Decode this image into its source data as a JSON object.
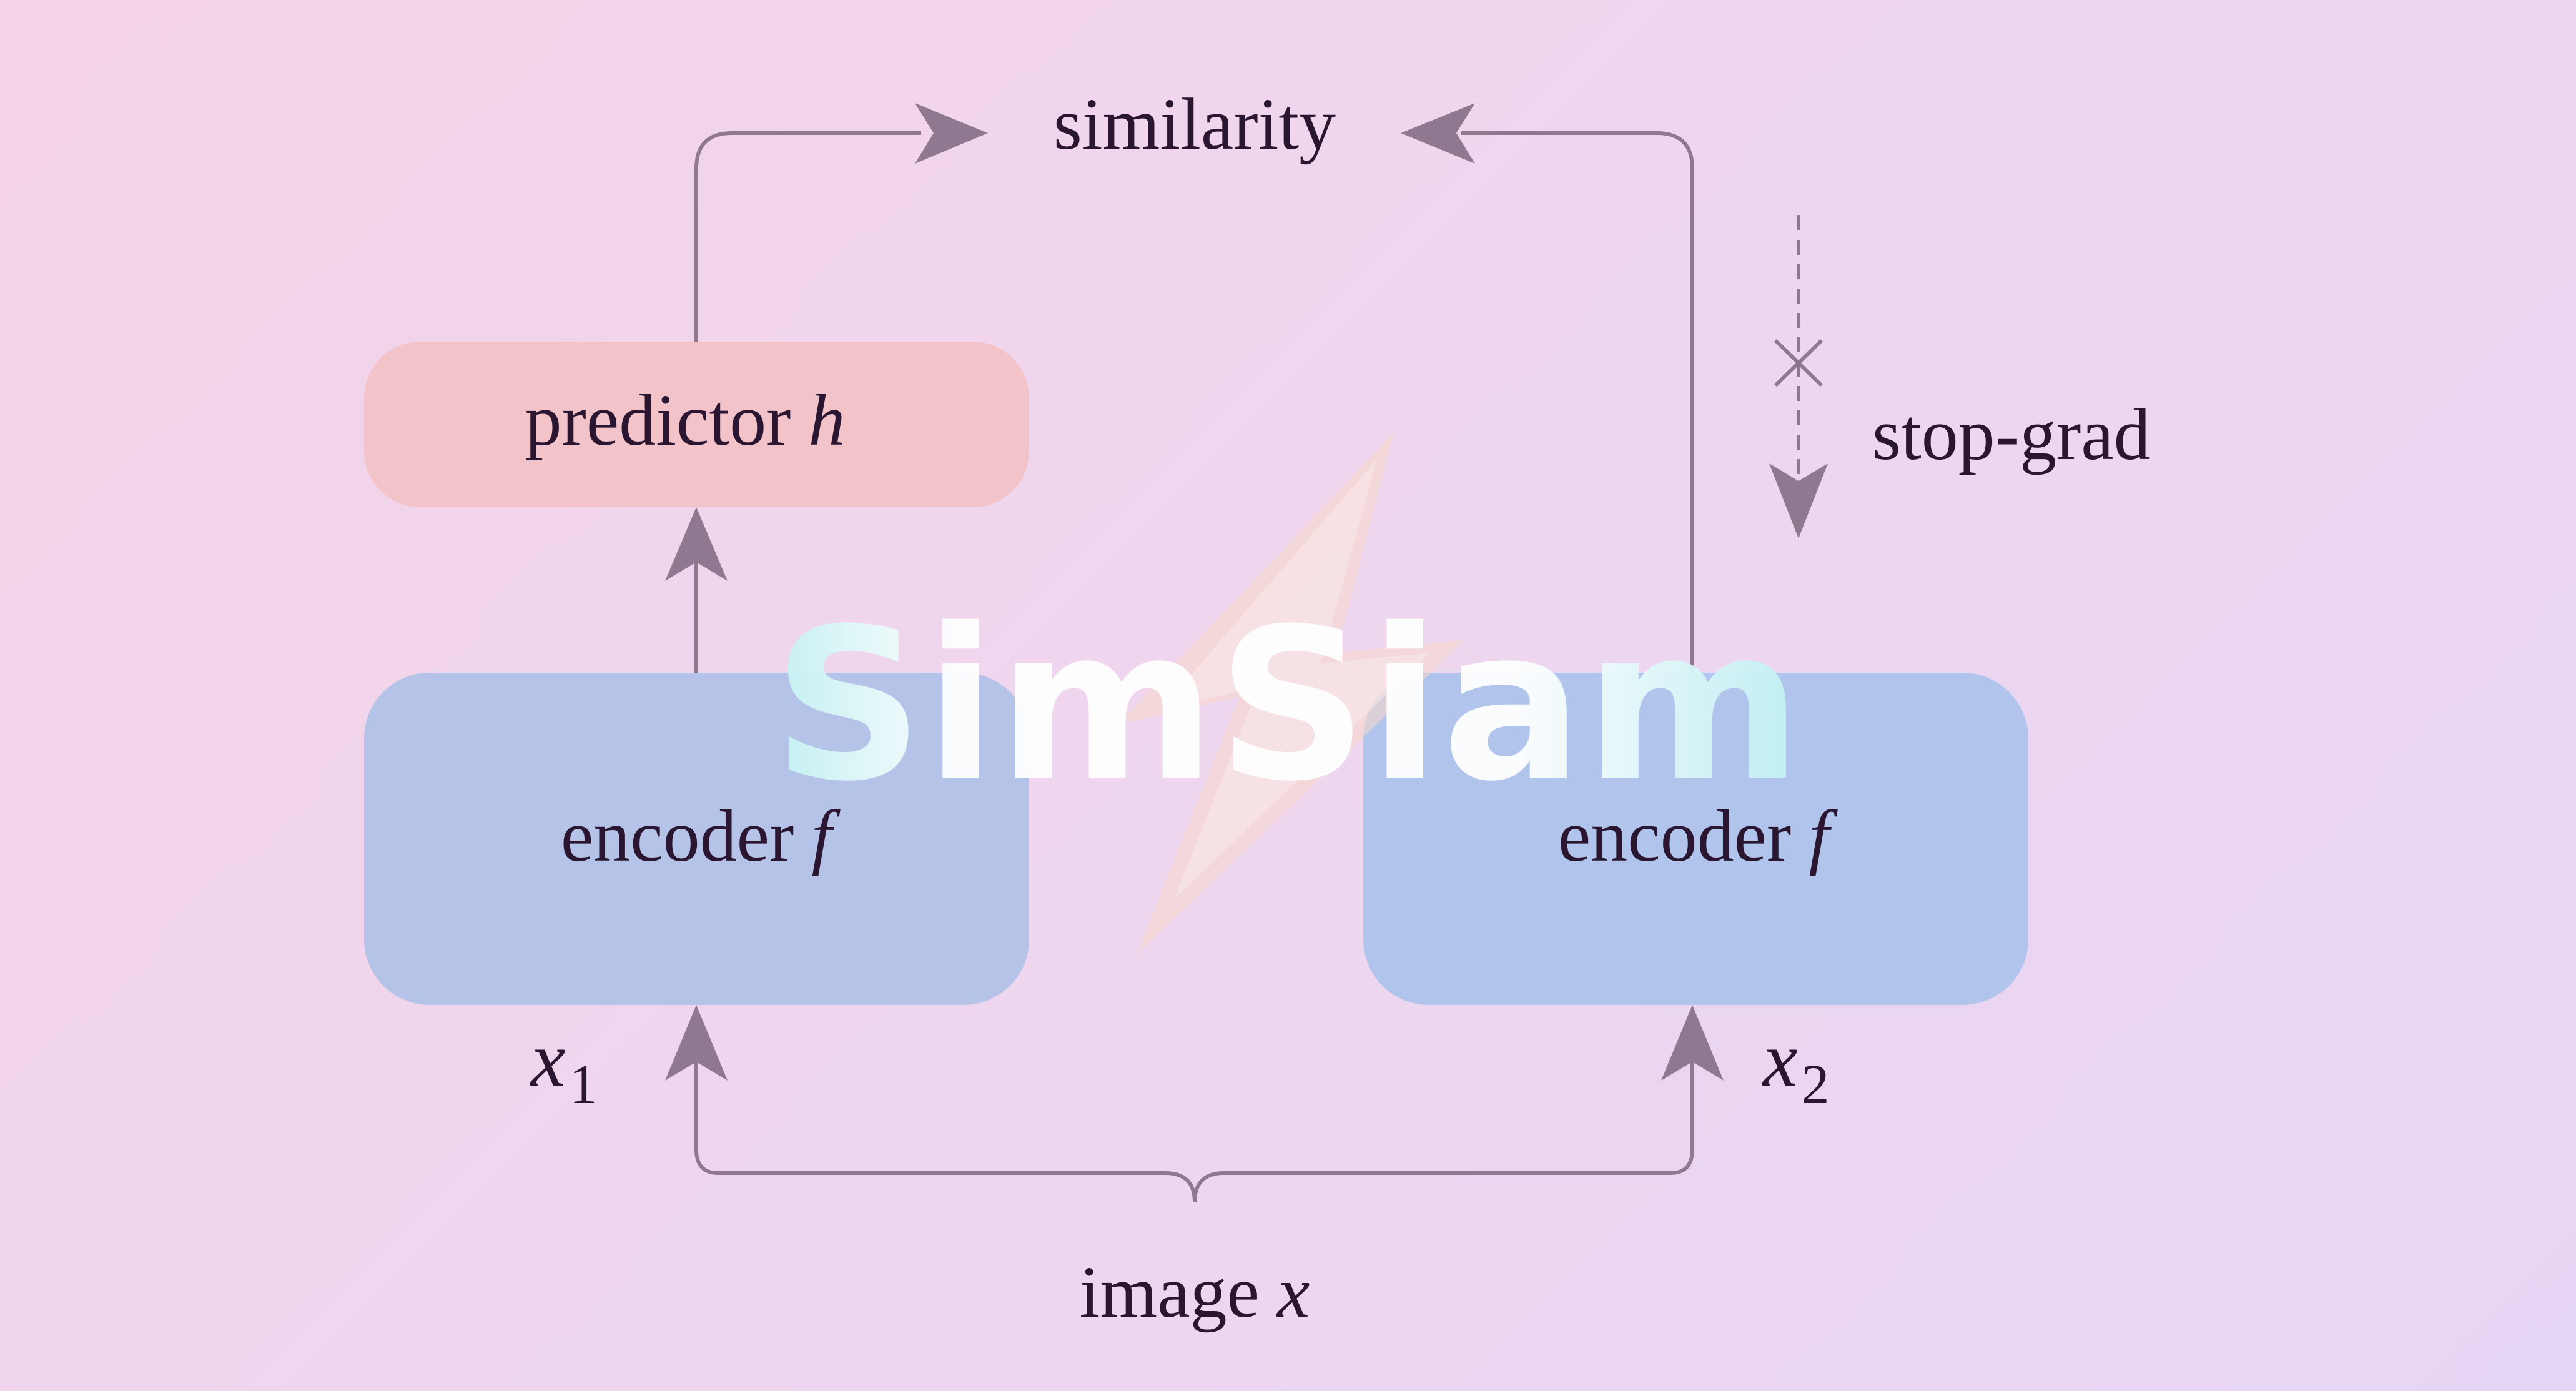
{
  "nodes": {
    "similarity": "similarity",
    "predictor": {
      "word": "predictor",
      "var": "h"
    },
    "encoder_left": {
      "word": "encoder",
      "var": "f"
    },
    "encoder_right": {
      "word": "encoder",
      "var": "f"
    },
    "image": {
      "word": "image",
      "var": "x"
    },
    "view_left": {
      "var": "x",
      "sub": "1"
    },
    "view_right": {
      "var": "x",
      "sub": "2"
    },
    "stop_grad": "stop-grad"
  },
  "logo": {
    "text": "SimSiam",
    "icon": "lightning-bolt-icon"
  },
  "colors": {
    "predictor_fill": "#f2c3c8",
    "encoder_left_fill": "#b5c3e8",
    "encoder_right_fill": "#b1c4ec",
    "arrow": "#8f7890",
    "text": "#2a1630",
    "logo_text": "#ffffff",
    "logo_accent": "#bff0f2",
    "logo_bolt": "#f7d8c8"
  }
}
